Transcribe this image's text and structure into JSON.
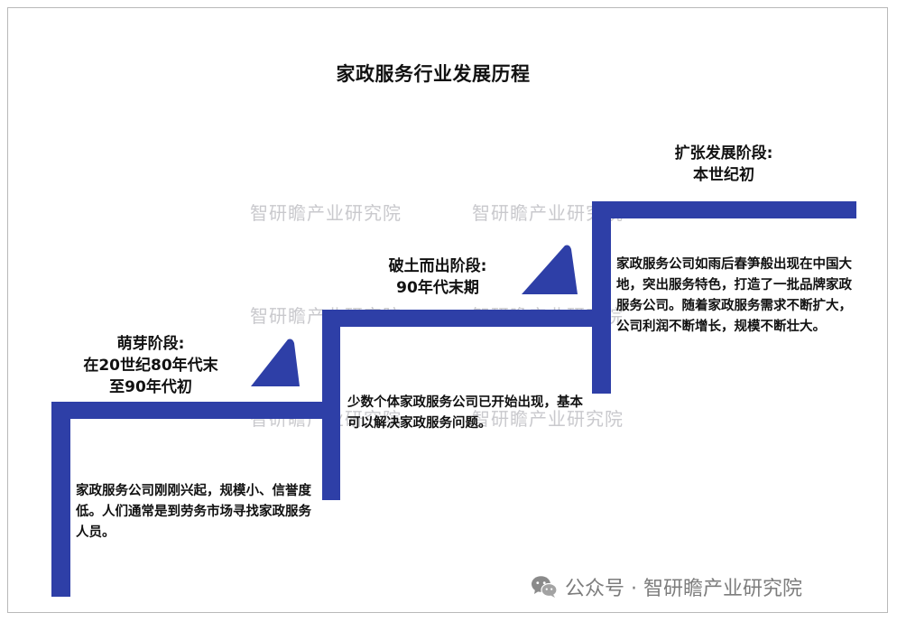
{
  "title": "家政服务行业发展历程",
  "stages": [
    {
      "name": "萌芽阶段:",
      "period_lines": [
        "在20世纪80年代末",
        "至90年代初"
      ],
      "description": "家政服务公司刚刚兴起，规模小、信誉度低。人们通常是到劳务市场寻找家政服务人员。"
    },
    {
      "name": "破土而出阶段:",
      "period_lines": [
        "90年代末期"
      ],
      "description": "少数个体家政服务公司已开始出现，基本可以解决家政服务问题。"
    },
    {
      "name": "扩张发展阶段:",
      "period_lines": [
        "本世纪初"
      ],
      "description": "家政服务公司如雨后春笋般出现在中国大地，突出服务特色，打造了一批品牌家政服务公司。随着家政服务需求不断扩大，公司利润不断增长，规模不断壮大。"
    }
  ],
  "watermark": "智研瞻产业研究院",
  "footer": {
    "text": "公众号 · 智研瞻产业研究院",
    "icon": "wechat-icon"
  },
  "colors": {
    "step": "#2e3fa7",
    "watermark": "#c9c9cd",
    "footer": "#7d7d7d"
  }
}
